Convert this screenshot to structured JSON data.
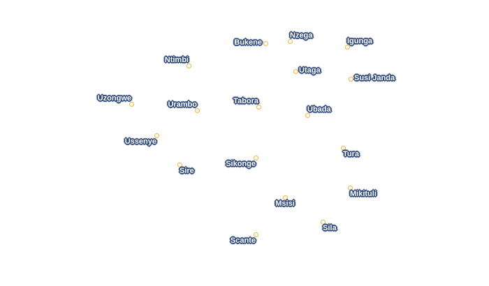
{
  "map": {
    "dot_color": "#f2b33d",
    "label_fill": "#ffffff",
    "label_halo": "#2c4677",
    "places": [
      {
        "key": "bukene",
        "name": "Bukene"
      },
      {
        "key": "nzega",
        "name": "Nzega"
      },
      {
        "key": "igunga",
        "name": "Igunga"
      },
      {
        "key": "ntimbi",
        "name": "Ntimbi"
      },
      {
        "key": "utaga",
        "name": "Utaga"
      },
      {
        "key": "susi-janda",
        "name": "Susi Janda"
      },
      {
        "key": "uzongwe",
        "name": "Uzongwe"
      },
      {
        "key": "urambo",
        "name": "Urambo"
      },
      {
        "key": "tabora",
        "name": "Tabora"
      },
      {
        "key": "ubada",
        "name": "Ubada"
      },
      {
        "key": "ussenye",
        "name": "Ussenye"
      },
      {
        "key": "tura",
        "name": "Tura"
      },
      {
        "key": "sire",
        "name": "Sire"
      },
      {
        "key": "sikonge",
        "name": "Sikonge"
      },
      {
        "key": "mikituli",
        "name": "Mikituli"
      },
      {
        "key": "msisi",
        "name": "Msisi"
      },
      {
        "key": "sila",
        "name": "Sila"
      },
      {
        "key": "scante",
        "name": "Scante"
      }
    ]
  }
}
